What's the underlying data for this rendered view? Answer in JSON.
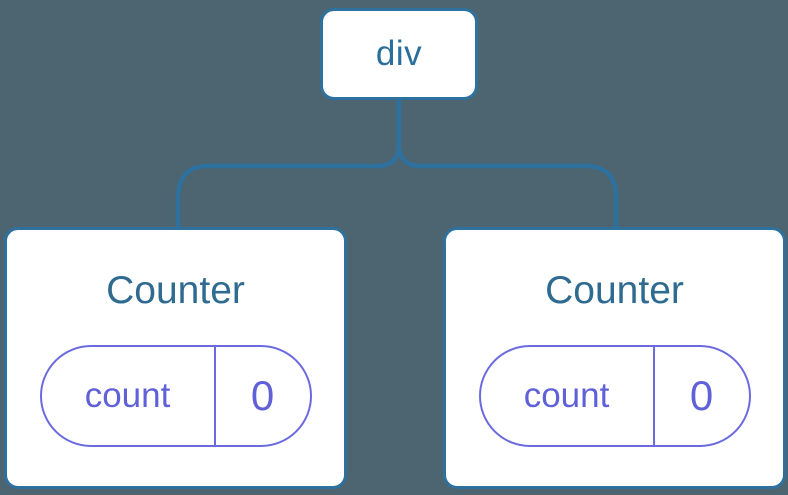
{
  "diagram": {
    "root": {
      "label": "div"
    },
    "children": [
      {
        "title": "Counter",
        "state": {
          "key": "count",
          "value": "0"
        }
      },
      {
        "title": "Counter",
        "state": {
          "key": "count",
          "value": "0"
        }
      }
    ],
    "colors": {
      "background": "#4C6570",
      "connector": "#2E719F",
      "node_border": "#2E719F",
      "node_background": "#FFFFFF",
      "root_label_text": "#2B6E9C",
      "component_title_text": "#2F6B90",
      "state_pill_border": "#6B6BDF",
      "state_text": "#6060D8"
    }
  }
}
